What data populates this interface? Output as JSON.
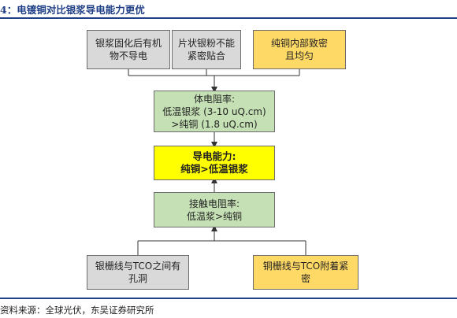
{
  "header": {
    "title": "4：电镀铜对比银浆导电能力更优"
  },
  "diagram": {
    "top_boxes": [
      {
        "line1": "银浆固化后有机",
        "line2": "物不导电"
      },
      {
        "line1": "片状银粉不能",
        "line2": "紧密贴合"
      },
      {
        "line1": "纯铜内部致密",
        "line2": "且均匀"
      }
    ],
    "resistivity_box": {
      "line1": "体电阻率:",
      "line2": "低温银浆 (3-10 uQ.cm)",
      "line3": ">纯铜 (1.8 uQ.cm)"
    },
    "conductivity_box": {
      "line1": "导电能力:",
      "line2": "纯铜>低温银浆"
    },
    "contact_box": {
      "line1": "接触电阻率:",
      "line2": "低温浆>纯铜"
    },
    "bottom_boxes": [
      {
        "line1": "银栅线与TCO之间有",
        "line2": "孔洞"
      },
      {
        "line1": "铜栅线与TCO附着紧",
        "line2": "密"
      }
    ],
    "colors": {
      "gray": "#d9d9d9",
      "yellow": "#ffd966",
      "green": "#c5e0b4",
      "bright_yellow": "#ffff00",
      "accent": "#1f3f86"
    }
  },
  "footer": {
    "source": "资料来源：全球光伏，东吴证券研究所"
  }
}
